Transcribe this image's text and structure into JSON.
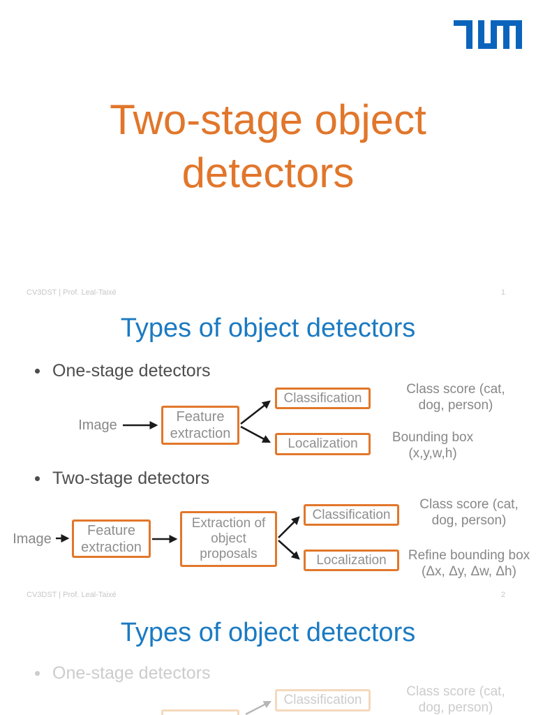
{
  "colors": {
    "title_orange": "#E1762B",
    "title_blue": "#1B7AC2",
    "logo_blue": "#0B64BB",
    "box_border_orange": "#E2772B",
    "faded_orange": "#f4d9bc"
  },
  "slide1": {
    "title_line1": "Two-stage object",
    "title_line2": "detectors",
    "footer": "CV3DST | Prof. Leal-Taixé",
    "page_number": "1",
    "logo_name": "TUM"
  },
  "slide2": {
    "title": "Types of object detectors",
    "bullet1": "One-stage detectors",
    "bullet2": "Two-stage detectors",
    "one_stage": {
      "input_label": "Image",
      "feature_box_line1": "Feature",
      "feature_box_line2": "extraction",
      "classification_label": "Classification",
      "localization_label": "Localization",
      "class_output_line1": "Class score (cat,",
      "class_output_line2": "dog, person)",
      "loc_output_line1": "Bounding box",
      "loc_output_line2": "(x,y,w,h)"
    },
    "two_stage": {
      "input_label": "Image",
      "feature_box_line1": "Feature",
      "feature_box_line2": "extraction",
      "proposal_box_line1": "Extraction of",
      "proposal_box_line2": "object",
      "proposal_box_line3": "proposals",
      "classification_label": "Classification",
      "localization_label": "Localization",
      "class_output_line1": "Class score (cat,",
      "class_output_line2": "dog, person)",
      "loc_output_line1": "Refine bounding box",
      "loc_output_line2": "(Δx, Δy, Δw, Δh)"
    },
    "footer": "CV3DST | Prof. Leal-Taixé",
    "page_number": "2"
  },
  "slide3": {
    "title": "Types of object detectors",
    "bullet1": "One-stage detectors",
    "classification_label": "Classification",
    "class_output_line1": "Class score (cat,",
    "class_output_line2": "dog, person)"
  }
}
